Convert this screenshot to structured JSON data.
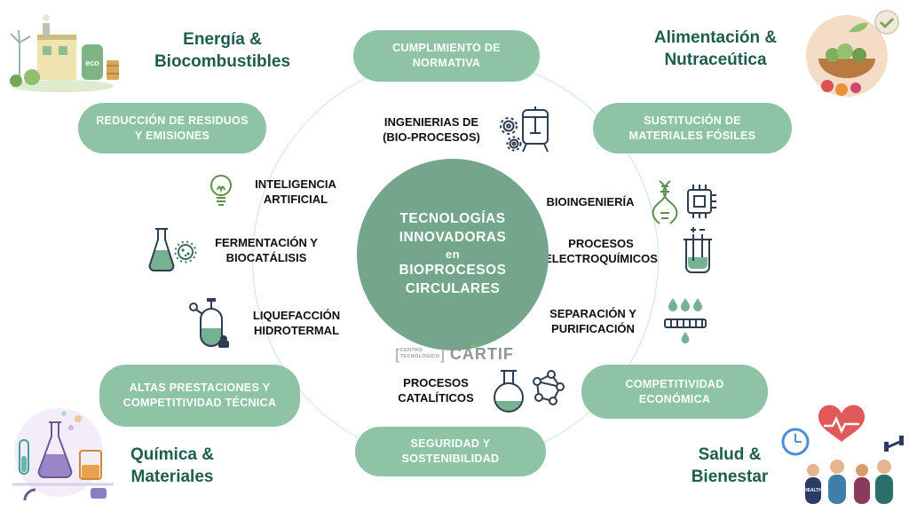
{
  "center": {
    "lines": [
      "TECNOLOGÍAS",
      "INNOVADORAS",
      "en",
      "BIOPROCESOS",
      "CIRCULARES"
    ]
  },
  "logo": {
    "bracket_line1": "CENTRO",
    "bracket_line2": "TECNOLÓGICO",
    "name": "CARTIF"
  },
  "badges": [
    {
      "label": "CUMPLIMIENTO DE NORMATIVA"
    },
    {
      "label": "REDUCCIÓN DE RESIDUOS Y EMISIONES"
    },
    {
      "label": "SUSTITUCIÓN DE MATERIALES FÓSILES"
    },
    {
      "label": "ALTAS PRESTACIONES Y COMPETITIVIDAD TÉCNICA"
    },
    {
      "label": "COMPETITIVIDAD ECONÓMICA"
    },
    {
      "label": "SEGURIDAD Y SOSTENIBILIDAD"
    }
  ],
  "technologies": [
    {
      "label": "INGENIERIAS DE (BIO-PROCESOS)",
      "icon": "bioreactor-icon"
    },
    {
      "label": "BIOINGENIERÍA",
      "icon": "dna-chip-icon"
    },
    {
      "label": "PROCESOS ELECTROQUÍMICOS",
      "icon": "electrochemical-cell-icon"
    },
    {
      "label": "SEPARACIÓN Y PURIFICACIÓN",
      "icon": "separation-filter-icon"
    },
    {
      "label": "PROCESOS CATALÍTICOS",
      "icon": "catalytic-flask-icon"
    },
    {
      "label": "LIQUEFACCIÓN HIDROTERMAL",
      "icon": "hydrothermal-vessel-icon"
    },
    {
      "label": "FERMENTACIÓN Y BIOCATÁLISIS",
      "icon": "fermentation-flask-icon"
    },
    {
      "label": "INTELIGENCIA ARTIFICIAL",
      "icon": "lightbulb-icon"
    }
  ],
  "corners": [
    {
      "label": "Energía & Biocombustibles"
    },
    {
      "label": "Alimentación & Nutraceútica"
    },
    {
      "label": "Química & Materiales"
    },
    {
      "label": "Salud & Bienestar"
    }
  ],
  "illustrations": {
    "energy_tank_text": "eco",
    "health_figure_text": "HEALTH"
  },
  "colors": {
    "badge_green": "#8FC3A6",
    "center_green": "#73A68B",
    "heading_green": "#1E5C4E",
    "ring": "#CBE5E2",
    "liquid_green": "#76B191",
    "icon_dark": "#2E3D4F"
  }
}
